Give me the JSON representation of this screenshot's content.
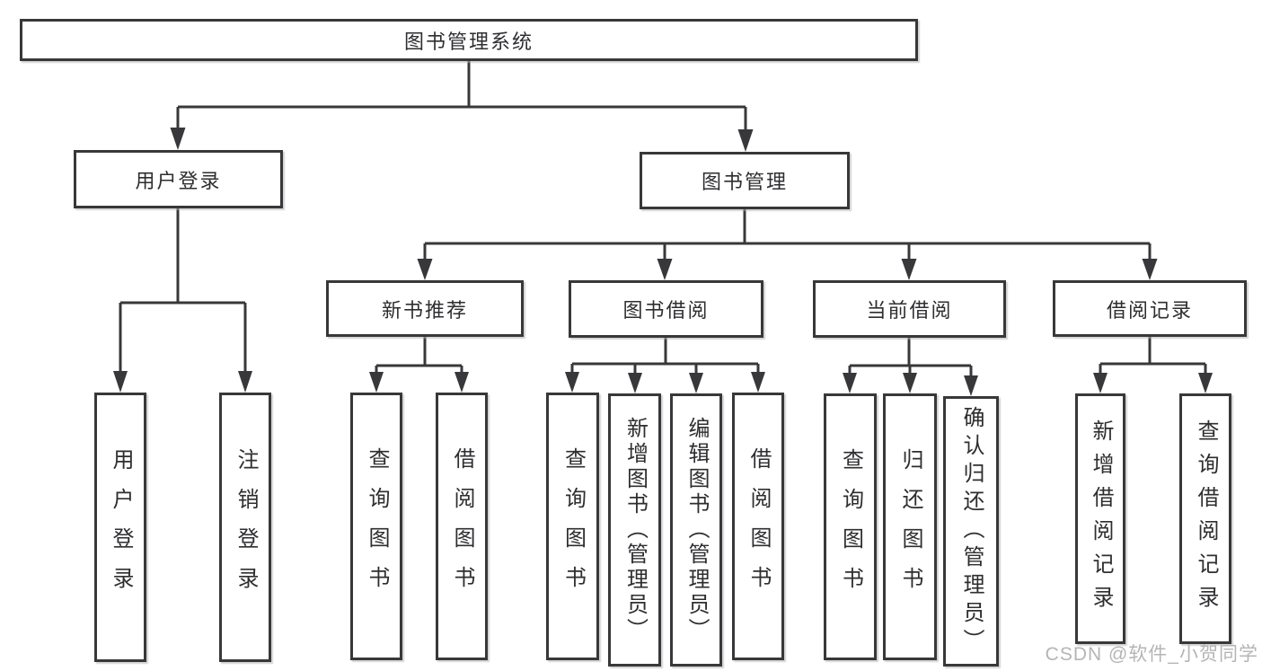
{
  "tree": {
    "label": "图书管理系统",
    "children": [
      {
        "label": "用户登录",
        "children": [
          {
            "label": "用户登录"
          },
          {
            "label": "注销登录"
          }
        ]
      },
      {
        "label": "图书管理",
        "children": [
          {
            "label": "新书推荐",
            "children": [
              {
                "label": "查询图书"
              },
              {
                "label": "借阅图书"
              }
            ]
          },
          {
            "label": "图书借阅",
            "children": [
              {
                "label": "查询图书"
              },
              {
                "label": "新增图书（管理员）"
              },
              {
                "label": "编辑图书（管理员）"
              },
              {
                "label": "借阅图书"
              }
            ]
          },
          {
            "label": "当前借阅",
            "children": [
              {
                "label": "查询图书"
              },
              {
                "label": "归还图书"
              },
              {
                "label": "确认归还（管理员）"
              }
            ]
          },
          {
            "label": "借阅记录",
            "children": [
              {
                "label": "新增借阅记录"
              },
              {
                "label": "查询借阅记录"
              }
            ]
          }
        ]
      }
    ]
  },
  "watermark": "CSDN @软件_小贺同学",
  "colors": {
    "line": "#38383b",
    "text": "#2e2e31",
    "watermark": "#b5b5b5",
    "background": "#ffffff"
  }
}
